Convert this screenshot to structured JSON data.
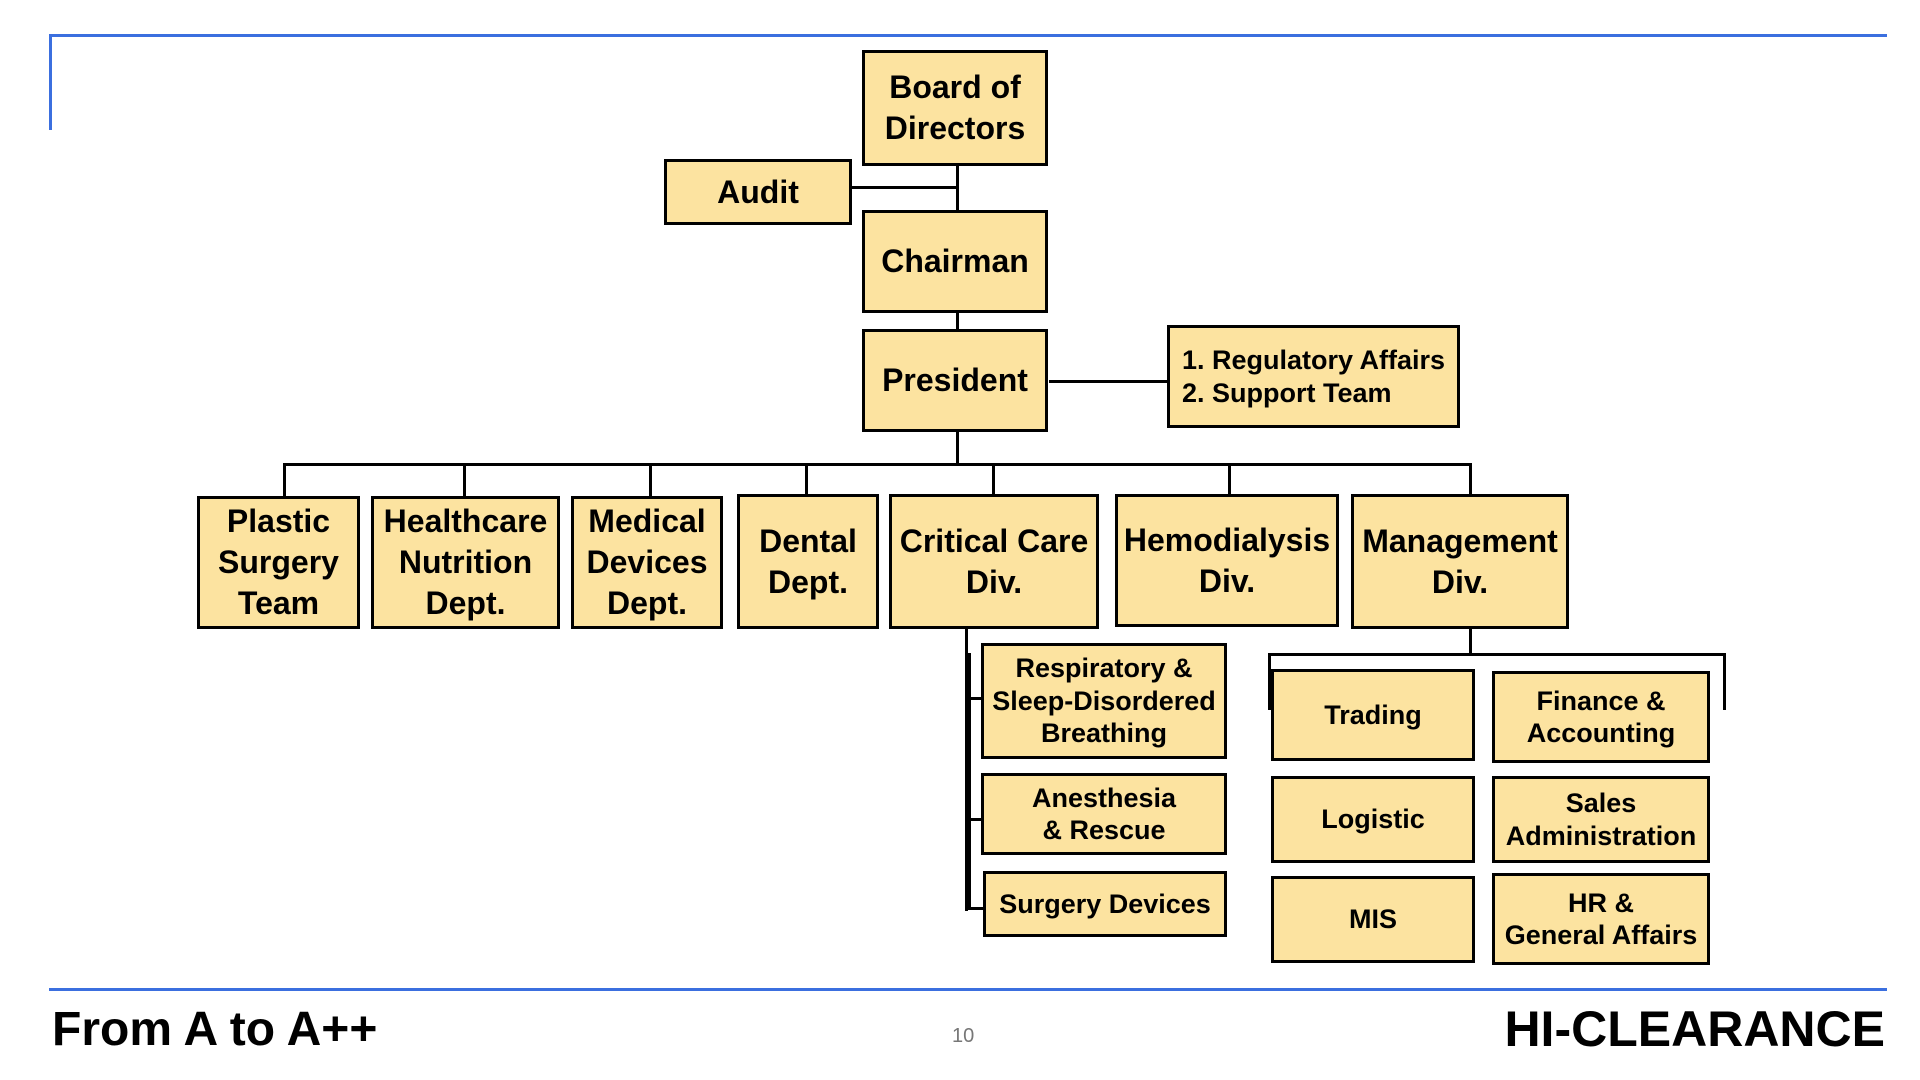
{
  "nodes": {
    "board": "Board of\nDirectors",
    "audit": "Audit",
    "chairman": "Chairman",
    "president": "President",
    "staff": "1. Regulatory Affairs\n2. Support Team",
    "plastic": "Plastic\nSurgery\nTeam",
    "healthcare": "Healthcare\nNutrition\nDept.",
    "medical": "Medical\nDevices\nDept.",
    "dental": "Dental\nDept.",
    "critical": "Critical Care\nDiv.",
    "hemo": "Hemodialysis\nDiv.",
    "management": "Management\nDiv.",
    "respiratory": "Respiratory &\nSleep-Disordered\nBreathing",
    "anesthesia": "Anesthesia\n& Rescue",
    "surgery_devices": "Surgery Devices",
    "trading": "Trading",
    "finance": "Finance &\nAccounting",
    "logistic": "Logistic",
    "sales": "Sales\nAdministration",
    "mis": "MIS",
    "hr": "HR &\nGeneral Affairs"
  },
  "footer": {
    "left": "From A to A++",
    "page": "10",
    "right": "HI-CLEARANCE"
  },
  "colors": {
    "box_fill": "#fce3a0",
    "border": "#000000",
    "rule": "#3b6fdf"
  }
}
